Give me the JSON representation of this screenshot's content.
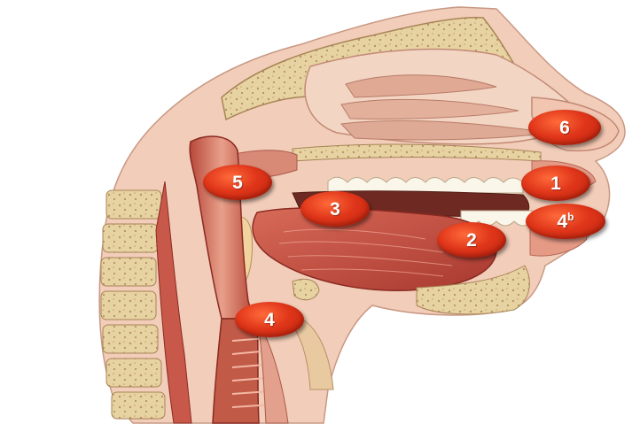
{
  "diagram": {
    "markers": [
      {
        "id": "6",
        "label": "6"
      },
      {
        "id": "1",
        "label": "1"
      },
      {
        "id": "4b",
        "label": "4",
        "suffix": "b"
      },
      {
        "id": "2",
        "label": "2"
      },
      {
        "id": "3",
        "label": "3"
      },
      {
        "id": "5",
        "label": "5"
      },
      {
        "id": "4",
        "label": "4"
      }
    ],
    "colors": {
      "marker": "#e0361a",
      "bone": "#e9d6a8",
      "tissue": "#c9725a",
      "muscle": "#c7493f",
      "skin": "#f0c7b5"
    }
  }
}
